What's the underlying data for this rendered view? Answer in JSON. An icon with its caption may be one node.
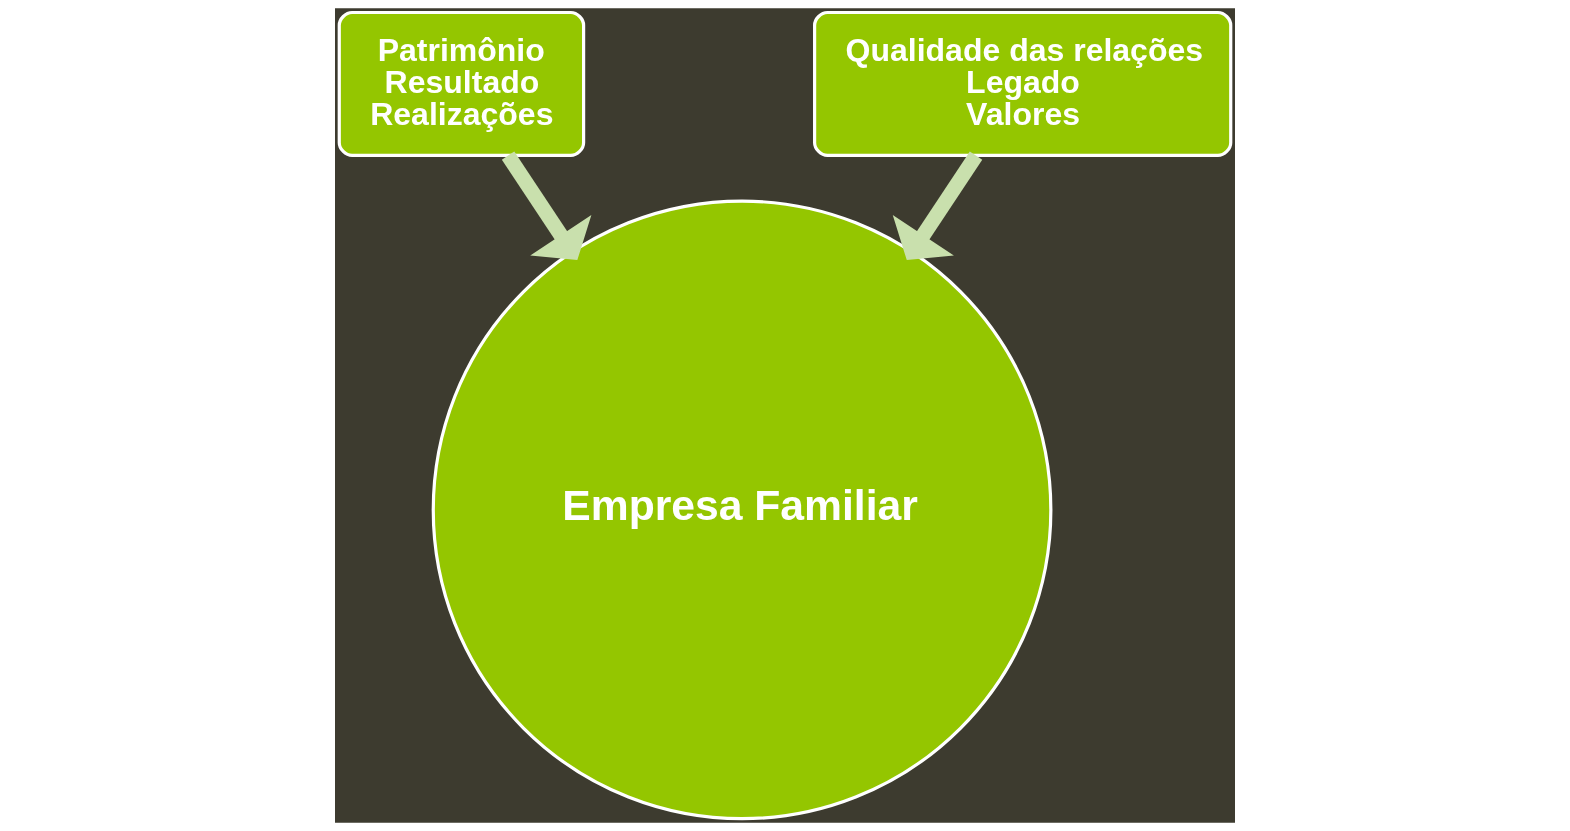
{
  "diagram": {
    "nodes": [
      {
        "text": [
          "Patrimônio",
          "Resultado",
          "Realizações"
        ]
      },
      {
        "text": [
          "Qualidade das relações",
          "Legado",
          "Valores"
        ]
      },
      {
        "text": [
          "Empresa Familiar"
        ]
      }
    ],
    "edges": [
      {
        "from": 0,
        "to": 2,
        "arrow": "to"
      },
      {
        "from": 1,
        "to": 2,
        "arrow": "to"
      }
    ]
  }
}
